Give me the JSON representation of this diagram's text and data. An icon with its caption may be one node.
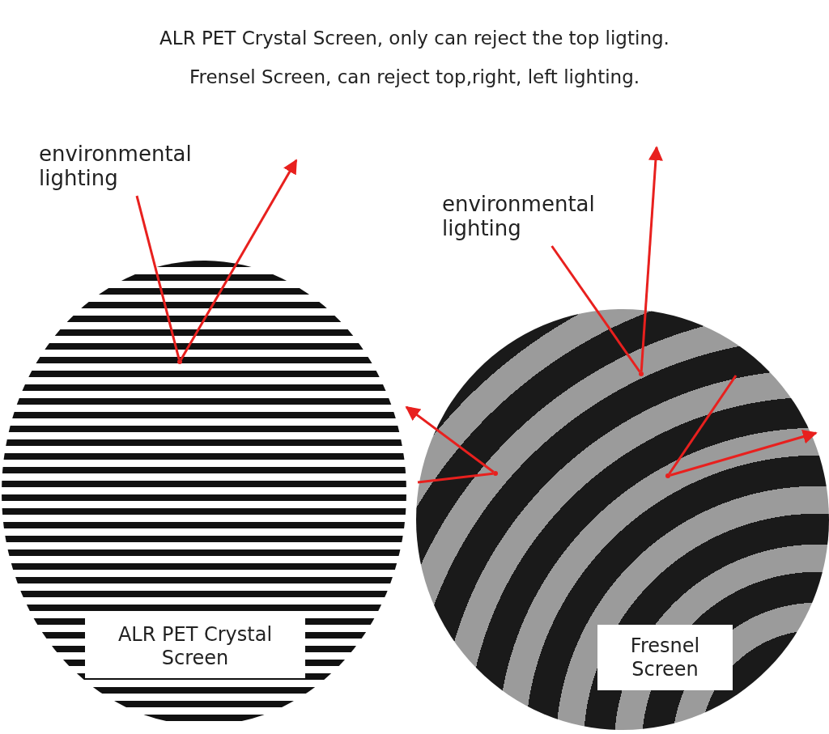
{
  "diagram": {
    "title": "ALR PET Crystal Screen, only can reject the top ligting.",
    "nodes": [
      {
        "text": [],
        "shape": "circle"
      },
      {
        "text": [
          "ALR PET Crystal Screen"
        ],
        "in": 0
      },
      {
        "text": [],
        "shape": "circle"
      },
      {
        "text": [
          "Fresnel Screen"
        ],
        "in": 2
      },
      {
        "text": [
          "environmental lighting"
        ]
      },
      {
        "text": [
          "environmental lighting"
        ]
      },
      {
        "text": [],
        "shape": "circle",
        "in": 0
      },
      {
        "text": [],
        "shape": "circle",
        "in": 2
      },
      {
        "text": [],
        "shape": "circle",
        "in": 2
      },
      {
        "text": [],
        "shape": "circle",
        "in": 2
      }
    ],
    "edges": [
      {
        "from": 4,
        "to": 6,
        "arrow": "none"
      },
      {
        "from": 6,
        "to": null,
        "arrow": "to"
      },
      {
        "from": 5,
        "to": 7,
        "arrow": "none"
      },
      {
        "from": 7,
        "to": null,
        "arrow": "to"
      },
      {
        "from": null,
        "to": 8,
        "arrow": "none"
      },
      {
        "from": 8,
        "to": null,
        "arrow": "to"
      },
      {
        "from": null,
        "to": 9,
        "arrow": "none"
      },
      {
        "from": 9,
        "to": null,
        "arrow": "to"
      }
    ],
    "labels": [
      "Frensel Screen, can reject top,right, left lighting."
    ]
  }
}
